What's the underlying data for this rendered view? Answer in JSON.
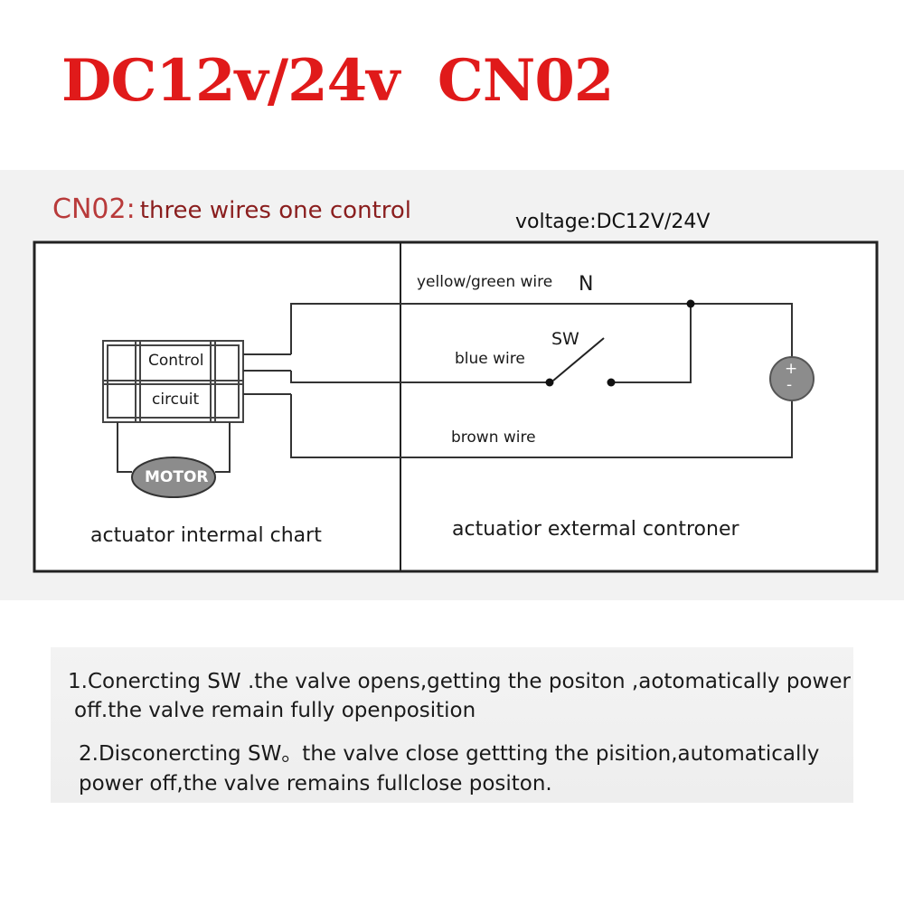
{
  "title": "DC12v/24v  CN02",
  "subtitle": {
    "code": "CN02:",
    "text": "three wires one control"
  },
  "voltage": "voltage:DC12V/24V",
  "wires": {
    "yellow_green": "yellow/green wire",
    "neutral_mark": "N",
    "blue": "blue wire",
    "brown": "brown wire"
  },
  "switch_label": "SW",
  "power_source": {
    "plus": "+",
    "minus": "-"
  },
  "internal": {
    "control_line1": "Control",
    "control_line2": "circuit",
    "motor": "MOTOR",
    "caption": "actuator intermal chart"
  },
  "external_caption": "actuatior extermal controner",
  "notes": {
    "note1_line1": "1.Conercting SW .the valve opens,getting the positon ,aotomatically power",
    "note1_line2": "off.the valve remain fully openposition",
    "note2_line1": "2.Disconercting  SW。the valve close gettting the pisition,automatically",
    "note2_line2": "power off,the valve remains fullclose positon."
  },
  "colors": {
    "title": "#e01a1a",
    "subtitle_code": "#b83a3a",
    "subtitle_text": "#8a1e1e",
    "motor_fill": "#8c8c8c",
    "power_fill": "#8c8c8c"
  }
}
